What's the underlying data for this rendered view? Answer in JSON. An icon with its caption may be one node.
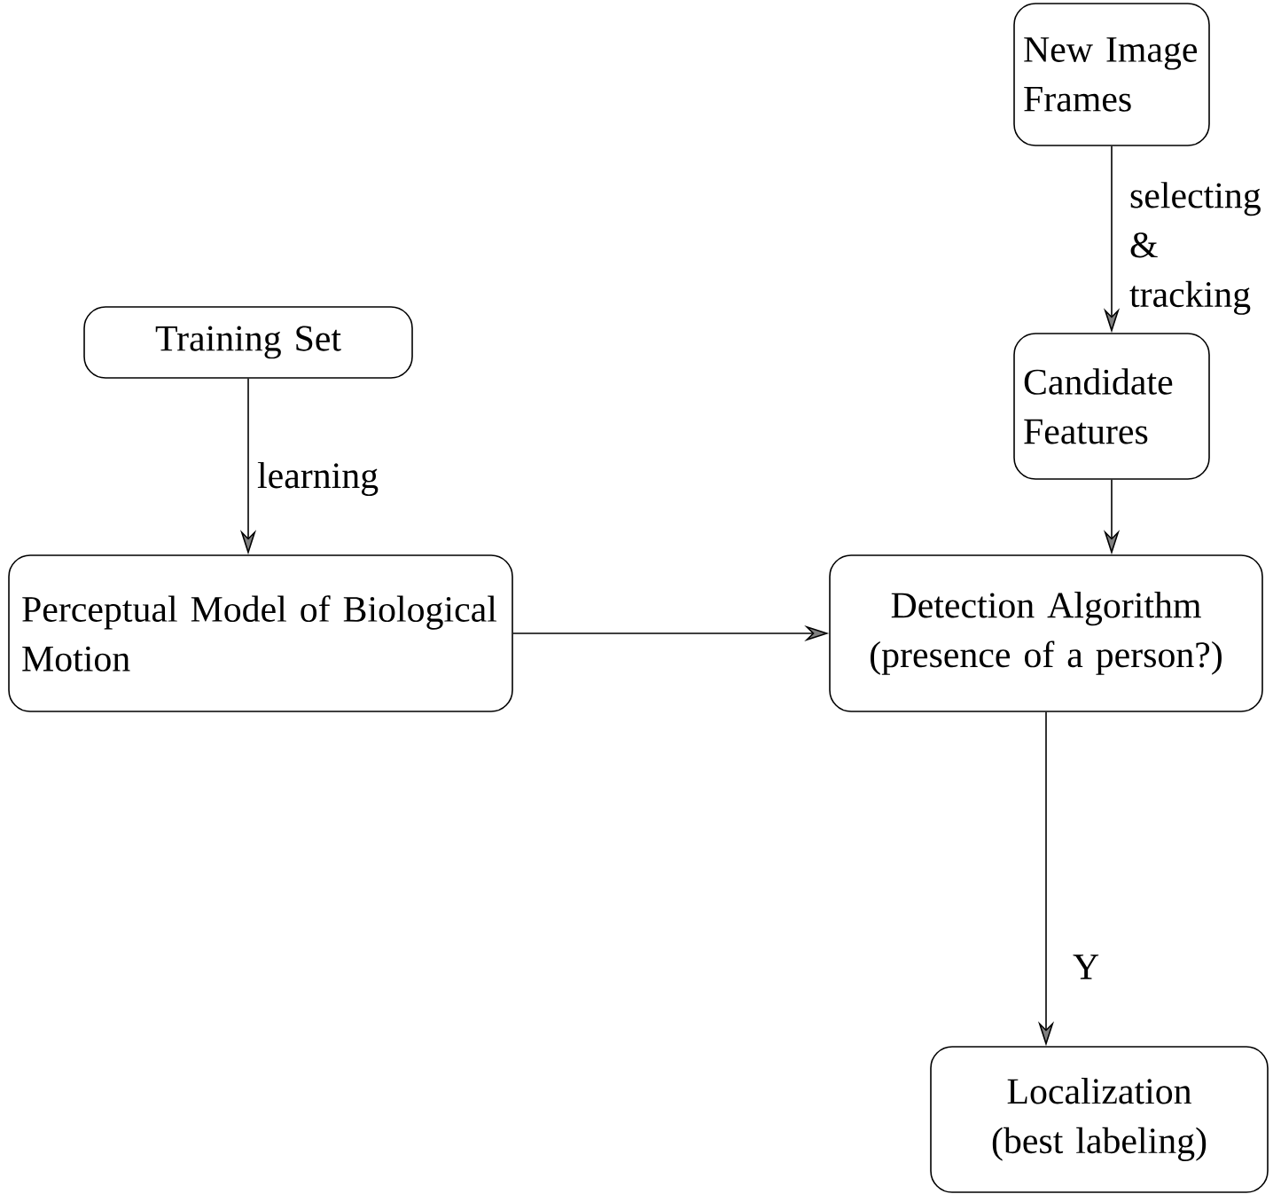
{
  "diagram": {
    "nodes": [
      {
        "text": [
          "New Image Frames"
        ]
      },
      {
        "text": [
          "Training  Set"
        ]
      },
      {
        "text": [
          "Candidate Features"
        ]
      },
      {
        "text": [
          "Perceptual Model of Biological Motion"
        ]
      },
      {
        "text": [
          "Detection Algorithm (presence of a person?)"
        ]
      },
      {
        "text": [
          "Localization (best labeling)"
        ]
      }
    ],
    "edges": [
      {
        "from": 0,
        "to": 2,
        "arrow": "to",
        "label": "selecting & tracking"
      },
      {
        "from": 1,
        "to": 3,
        "arrow": "to",
        "label": "learning"
      },
      {
        "from": 3,
        "to": 4,
        "arrow": "to"
      },
      {
        "from": 2,
        "to": 4,
        "arrow": "to"
      },
      {
        "from": 4,
        "to": 5,
        "arrow": "to",
        "label": "Y"
      }
    ]
  }
}
